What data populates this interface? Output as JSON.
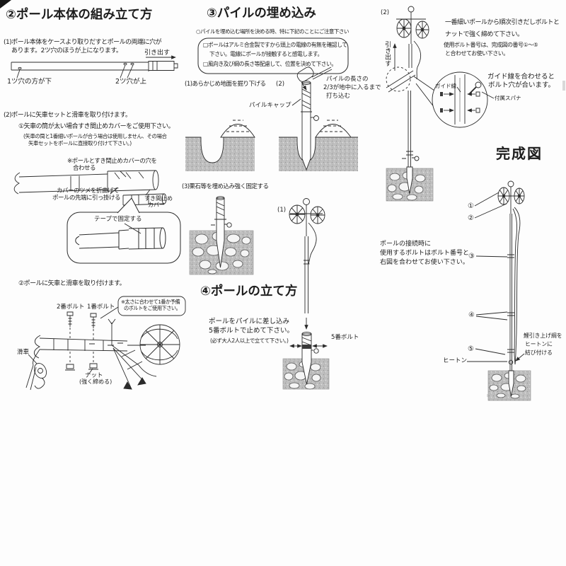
{
  "s2": {
    "title": "②ポール本体の組み立て方",
    "p1a": "(1)ポール本体をケースより取りだすとポールの両端に穴が",
    "p1b": "あります。2ツ穴のほうが上になります。",
    "pullout": "引き出す",
    "hole1": "1ツ穴の方が下",
    "hole2": "2ツ穴が上",
    "p2": "(2)ポールに矢車セットと滑車を取り付けます。",
    "p2s1": "①矢車の筒が太い場合すき間止めカバーをご使用下さい。",
    "p2n1": "(矢車の筒と1番細いポールが合う場合は使用しません、その場合",
    "p2n2": "矢車セットをポールに直接取り付けて下さい。)",
    "aligna": "※ポールとすき間止めカバーの穴を",
    "alignb": "合わせる",
    "clawa": "カバーのツメを折曲げて",
    "clawb": "ポールの先端に引っ掛ける",
    "covera": "すき間止め",
    "coverb": "カバー",
    "tape": "テープで固定する",
    "p2s2": "②ポールに矢車と滑車を取り付けます。",
    "bolt2": "2番ボルト",
    "bolt1": "1番ボルト",
    "boltnote1": "※太さに合わせて1番か予備",
    "boltnote2": "のボルトをご使用下さい。",
    "pulley": "滑車",
    "nut1": "ナット",
    "nut2": "(強く締める)"
  },
  "s3": {
    "title": "③パイルの埋め込み",
    "intro": "○パイルを埋め込む場所を決める時、特に下記のことにご注意下さい",
    "c1": "□ポールはアルミ合金製ですから頭上の電線の有無を確認して",
    "c2": "下さい。電線にポールが接触すると感電します。",
    "c3": "□風向き及び綱の長さ等配慮して、位置を決めて下さい。",
    "st1": "(1)あらかじめ地面を掘り下げる",
    "st2": "(2)",
    "drv1": "パイルの長さの",
    "drv2": "2/3が地中に入るまで",
    "drv3": "打ち込む",
    "cap": "パイルキャップ",
    "st3": "(3)栗石等を埋め込み強く固定する",
    "fig1": "(1)"
  },
  "s4": {
    "title": "④ポールの立て方",
    "a": "ポールをパイルに差し込み",
    "b": "5番ボルトで止めて下さい。",
    "note": "(必ず大人2人以上で立てて下さい。)",
    "bolt5": "5番ボルト"
  },
  "rc": {
    "fig2": "(2)",
    "pullout": "引き出す",
    "i1": "一番細いポールから順次引きだしボルトと",
    "i2": "ナットで強く締めて下さい。",
    "i3": "使用ボルト番号は、完成図の番号①〜⑤",
    "i4": "と合わせてお使い下さい。",
    "guide": "ガイド線",
    "g1": "ガイド線を合わせると",
    "g2": "ボルト穴が合います。",
    "spanner": "付属スパナ",
    "done": "完成図",
    "b1": "ポールの接続時に",
    "b2": "使用するボルトはボルト番号と",
    "b3": "右図を合わせてお使い下さい。",
    "n1": "①",
    "n2": "②",
    "n3": "③",
    "n4": "④",
    "n5": "⑤",
    "heaton": "ヒートン",
    "r1": "鯉引き上げ綱を",
    "r2": "ヒートンに",
    "r3": "結び付ける"
  }
}
